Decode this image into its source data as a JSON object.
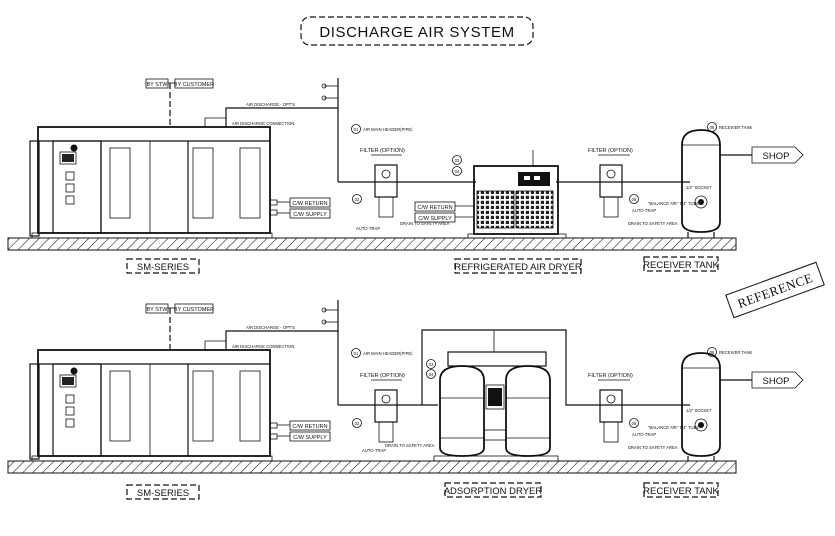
{
  "title": "DISCHARGE AIR SYSTEM",
  "watermark": "REFERENCE",
  "common": {
    "by_stw": "BY STW",
    "by_customer": "BY CUSTOMER",
    "air_discharge_option": "AIR DISCHARGE - OPT'S",
    "air_discharge_connection": "AIR DISCHARGE CONNECTION",
    "air_main_header": "AIR MAIN HEADER(PIPE)",
    "filter_option": "FILTER (OPTION)",
    "cw_return": "C/W RETURN",
    "cw_supply": "C/W SUPPLY",
    "auto_trap": "AUTO-TRAP",
    "drain_to_safety_area": "DRAIN TO SAFETY AREA",
    "receiver_tank_tag": "RECEIVER TANK",
    "shop": "SHOP",
    "bulkhead": "1/2\" SOCKET",
    "balance_air": "\"BALANCE AIR\" 1/4\" TUBE",
    "numbers": {
      "n01": "01",
      "n02": "02",
      "n03": "03",
      "n04": "04",
      "n05": "05",
      "n06": "06"
    }
  },
  "top_system": {
    "compressor_label": "SM-SERIES",
    "dryer_label": "REFRIGERATED AIR DRYER",
    "tank_label": "RECEIVER TANK"
  },
  "bottom_system": {
    "compressor_label": "SM-SERIES",
    "dryer_label": "ADSORPTION DRYER",
    "tank_label": "RECEIVER TANK"
  }
}
